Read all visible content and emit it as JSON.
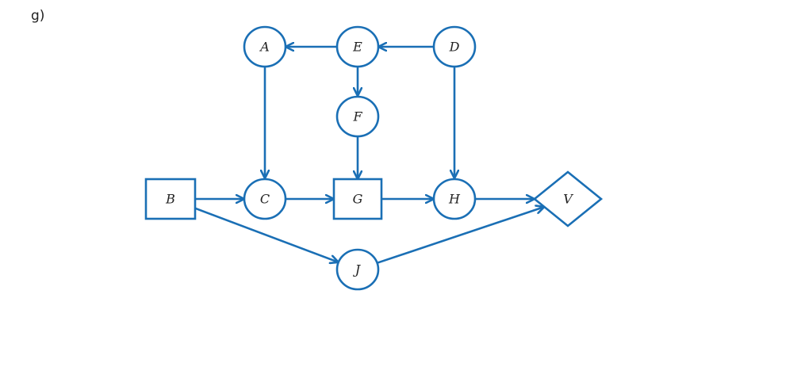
{
  "part_label": "g)",
  "colors": {
    "stroke": "#1a6fb5",
    "text": "#222222"
  },
  "nodes": [
    {
      "id": "A",
      "label": "A",
      "shape": "circle"
    },
    {
      "id": "E",
      "label": "E",
      "shape": "circle"
    },
    {
      "id": "D",
      "label": "D",
      "shape": "circle"
    },
    {
      "id": "F",
      "label": "F",
      "shape": "circle"
    },
    {
      "id": "B",
      "label": "B",
      "shape": "rectangle"
    },
    {
      "id": "C",
      "label": "C",
      "shape": "circle"
    },
    {
      "id": "G",
      "label": "G",
      "shape": "rectangle"
    },
    {
      "id": "H",
      "label": "H",
      "shape": "circle"
    },
    {
      "id": "V",
      "label": "V",
      "shape": "diamond"
    },
    {
      "id": "J",
      "label": "J",
      "shape": "circle"
    }
  ],
  "edges": [
    {
      "from": "E",
      "to": "A"
    },
    {
      "from": "D",
      "to": "E"
    },
    {
      "from": "E",
      "to": "F"
    },
    {
      "from": "A",
      "to": "C"
    },
    {
      "from": "F",
      "to": "G"
    },
    {
      "from": "D",
      "to": "H"
    },
    {
      "from": "B",
      "to": "C"
    },
    {
      "from": "C",
      "to": "G"
    },
    {
      "from": "G",
      "to": "H"
    },
    {
      "from": "H",
      "to": "V"
    },
    {
      "from": "B",
      "to": "J"
    },
    {
      "from": "J",
      "to": "V"
    }
  ]
}
